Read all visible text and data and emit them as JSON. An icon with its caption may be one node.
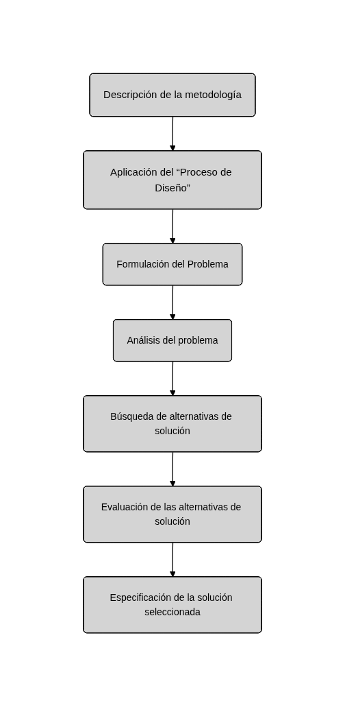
{
  "diagram": {
    "nodes": [
      {
        "text": [
          "Descripción de la metodología"
        ]
      },
      {
        "text": [
          "Aplicación del “Proceso de Diseño”"
        ]
      },
      {
        "text": [
          "Formulación del Problema"
        ]
      },
      {
        "text": [
          "Análisis del problema"
        ]
      },
      {
        "text": [
          "Búsqueda de alternativas de solución"
        ]
      },
      {
        "text": [
          "Evaluación de las alternativas de solución"
        ]
      },
      {
        "text": [
          "Especificación de la solución seleccionada"
        ]
      }
    ],
    "edges": [
      {
        "from": 0,
        "to": 1,
        "arrow": "to"
      },
      {
        "from": 1,
        "to": 2,
        "arrow": "to"
      },
      {
        "from": 2,
        "to": 3,
        "arrow": "to"
      },
      {
        "from": 3,
        "to": 4,
        "arrow": "to"
      },
      {
        "from": 4,
        "to": 5,
        "arrow": "to"
      },
      {
        "from": 5,
        "to": 6,
        "arrow": "to"
      }
    ]
  }
}
